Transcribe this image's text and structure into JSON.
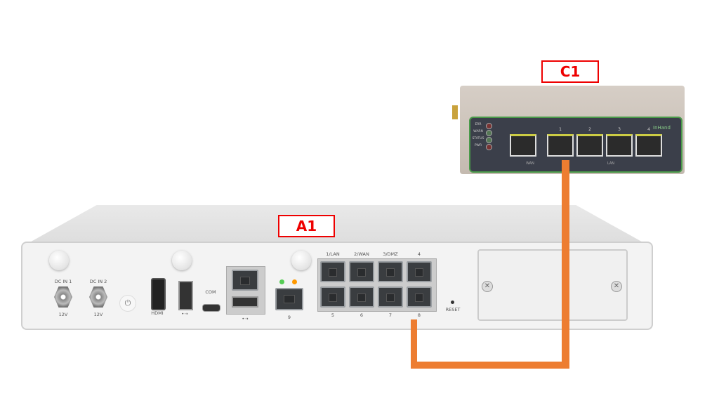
{
  "labels": {
    "a1": "A1",
    "c1": "C1"
  },
  "colors": {
    "cable": "#ed7d31",
    "label": "#e00000"
  },
  "a1": {
    "dc_in_1": "DC IN 1",
    "dc_in_2": "DC IN 2",
    "voltage_1": "12V",
    "voltage_2": "12V",
    "hdmi": "HDMI",
    "com": "COM",
    "sfp_port": "9",
    "reset": "RESET",
    "top_ports": [
      "1/LAN",
      "2/WAN",
      "3/DMZ",
      "4"
    ],
    "bottom_ports": [
      "5",
      "6",
      "7",
      "8"
    ]
  },
  "c1": {
    "leds": [
      "ERR",
      "WARN",
      "STATUS",
      "PWR"
    ],
    "brand": "InHand",
    "ports": [
      "",
      "1",
      "2",
      "3",
      "4"
    ],
    "wan": "WAN",
    "lan": "LAN"
  }
}
